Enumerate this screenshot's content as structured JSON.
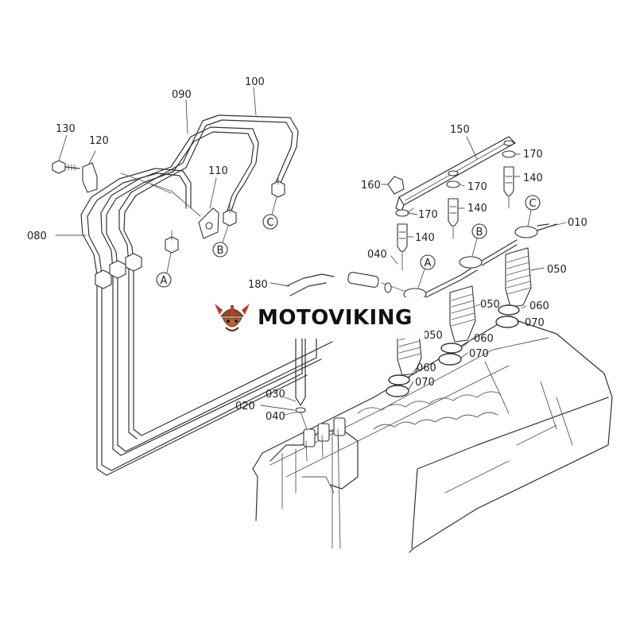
{
  "labels": {
    "p010": "010",
    "p020": "020",
    "p030": "030",
    "p040a": "040",
    "p040b": "040",
    "p050a": "050",
    "p050b": "050",
    "p050c": "050",
    "p060a": "060",
    "p060b": "060",
    "p060c": "060",
    "p070a": "070",
    "p070b": "070",
    "p070c": "070",
    "p080": "080",
    "p090": "090",
    "p100": "100",
    "p110": "110",
    "p120": "120",
    "p130": "130",
    "p140a": "140",
    "p140b": "140",
    "p140c": "140",
    "p150": "150",
    "p160": "160",
    "p170a": "170",
    "p170b": "170",
    "p170c": "170",
    "p180": "180"
  },
  "connectors": {
    "a_left": "A",
    "b_left": "B",
    "c_left": "C",
    "a_right": "A",
    "b_right": "B",
    "c_right": "C"
  },
  "watermark": {
    "text": "MOTOVIKING",
    "logo_icon": "viking-helmet-logo"
  },
  "colors": {
    "line": "#333333",
    "background": "#ffffff",
    "logo_red": "#c0392b",
    "logo_brown": "#8a4b2a"
  }
}
